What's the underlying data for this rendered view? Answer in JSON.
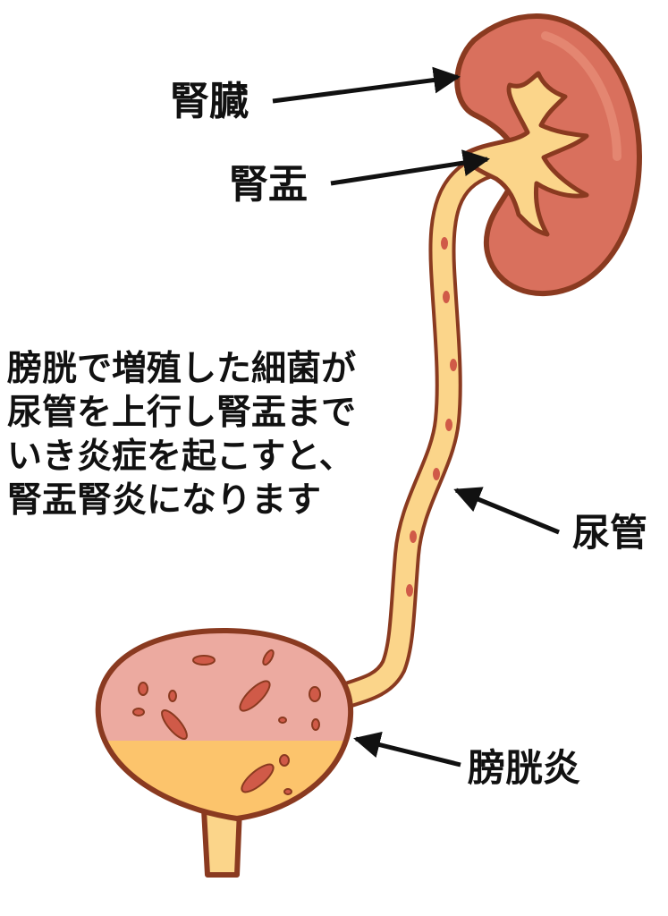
{
  "labels": {
    "kidney": "腎臓",
    "renal_pelvis": "腎盂",
    "ureter": "尿管",
    "cystitis": "膀胱炎"
  },
  "explanation": {
    "lines": [
      "膀胱で増殖した細菌が",
      "尿管を上行し腎盂まで",
      "いき炎症を起こすと、",
      "腎盂腎炎になります"
    ]
  },
  "colors": {
    "outline": "#8a3a20",
    "kidney": "#d9705d",
    "kidney_light": "#e8907a",
    "pelvis": "#fbd58a",
    "ureter": "#fbd58a",
    "bladder_upper": "#ecaaa0",
    "bladder_urine": "#fcc46c",
    "bacteria": "#d05a48",
    "arrow": "#111111"
  }
}
